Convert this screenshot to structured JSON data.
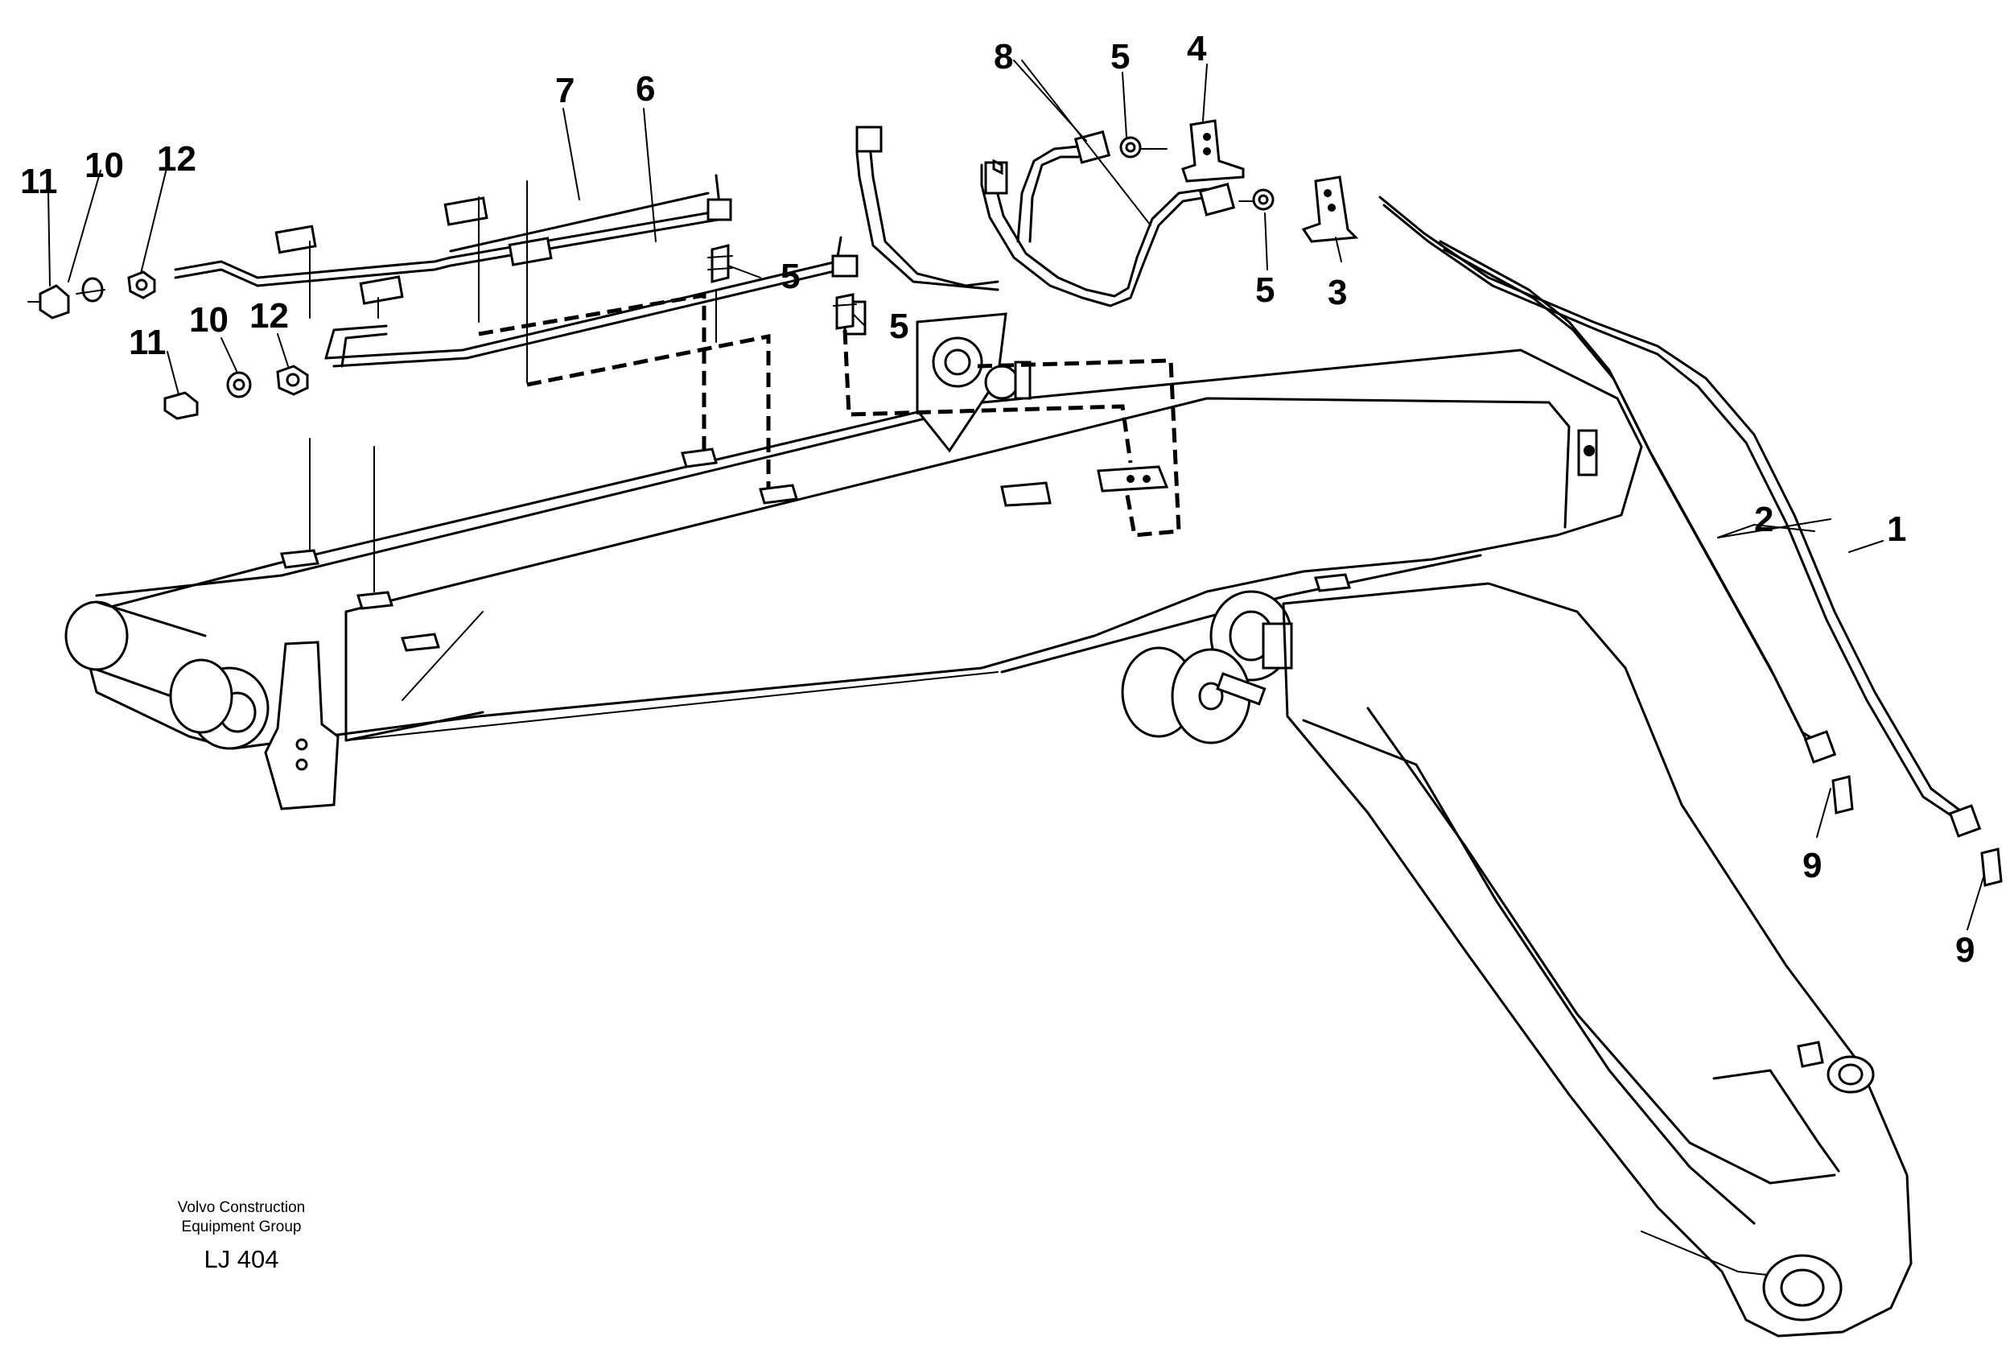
{
  "callouts": {
    "c1": "1",
    "c2": "2",
    "c3": "3",
    "c4": "4",
    "c5a": "5",
    "c5b": "5",
    "c5c": "5",
    "c5d": "5",
    "c6": "6",
    "c7": "7",
    "c8": "8",
    "c9a": "9",
    "c9b": "9",
    "c10a": "10",
    "c10b": "10",
    "c11a": "11",
    "c11b": "11",
    "c12a": "12",
    "c12b": "12"
  },
  "credit": {
    "line1": "Volvo Construction",
    "line2": "Equipment Group",
    "code": "LJ 404"
  }
}
